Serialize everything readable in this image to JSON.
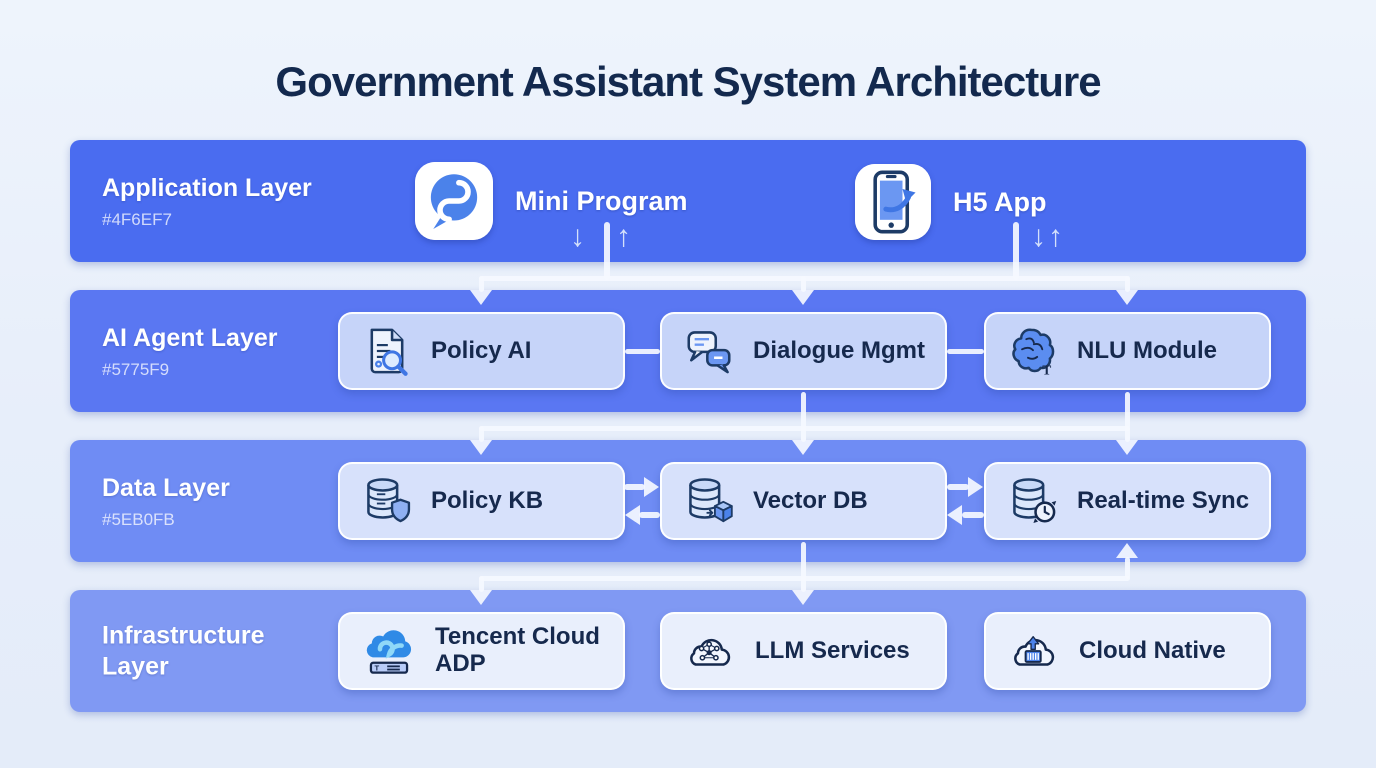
{
  "title": "Government Assistant System Architecture",
  "layers": [
    {
      "name": "Application Layer",
      "hex_label": "#4F6EF7",
      "band_color": "#4A6CF0",
      "nodes": [
        {
          "label": "Mini Program",
          "icon": "mini-program-icon"
        },
        {
          "label": "H5 App",
          "icon": "h5-app-icon"
        }
      ]
    },
    {
      "name": "AI Agent Layer",
      "hex_label": "#5775F9",
      "band_color": "#5A77F2",
      "nodes": [
        {
          "label": "Policy AI",
          "icon": "document-search-icon"
        },
        {
          "label": "Dialogue Mgmt",
          "icon": "chat-bubbles-icon"
        },
        {
          "label": "NLU Module",
          "icon": "brain-icon"
        }
      ]
    },
    {
      "name": "Data Layer",
      "hex_label": "#5EB0FB",
      "band_color": "#6F8CF4",
      "nodes": [
        {
          "label": "Policy KB",
          "icon": "database-shield-icon"
        },
        {
          "label": "Vector DB",
          "icon": "database-cube-icon"
        },
        {
          "label": "Real-time Sync",
          "icon": "database-sync-icon"
        }
      ]
    },
    {
      "name": "Infrastructure Layer",
      "hex_label": "",
      "band_color": "#8099F3",
      "nodes": [
        {
          "label": "Tencent Cloud ADP",
          "icon": "tencent-cloud-icon"
        },
        {
          "label": "LLM Services",
          "icon": "cloud-network-icon"
        },
        {
          "label": "Cloud Native",
          "icon": "cloud-container-icon"
        }
      ]
    }
  ],
  "icons": {
    "down_arrow": "↓",
    "up_arrow": "↑",
    "nlu_letter": "T",
    "server_letter": "T"
  },
  "palette": {
    "page_bg": "#E9F0FA",
    "title_color": "#13294E",
    "band_colors": [
      "#4A6CF0",
      "#5A77F2",
      "#6F8CF4",
      "#8099F3"
    ],
    "card_colors": [
      "#C6D4F9",
      "#D7E1FB",
      "#E9EFFC"
    ],
    "node_text": "#16294D",
    "connector": "#F4F8FF",
    "accent_blue": "#4B82EA"
  }
}
